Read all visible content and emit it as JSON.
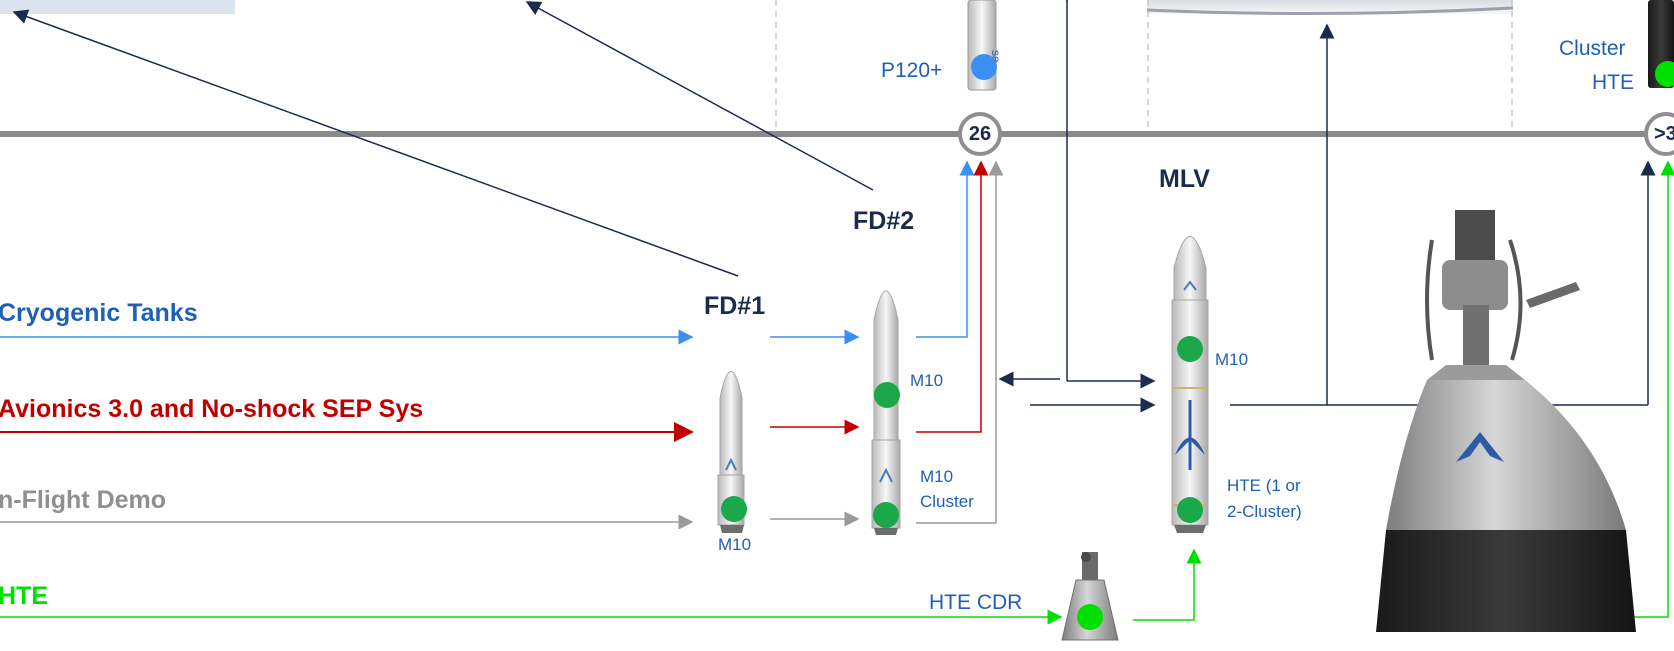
{
  "tracks": {
    "cryo": "Cryogenic Tanks",
    "avionics": "Avionics 3.0 and No-shock SEP Sys",
    "inflight": "n-Flight Demo",
    "hte": "HTE"
  },
  "milestones": {
    "node_26": "26",
    "node_gt3": ">3"
  },
  "vehicles": {
    "fd1": "FD#1",
    "fd2": "FD#2",
    "mlv": "MLV"
  },
  "labels": {
    "p120": "P120+",
    "cluster_hte_1": "Cluster",
    "cluster_hte_2": "HTE",
    "fd1_m10": "M10",
    "fd2_m10": "M10",
    "fd2_cluster_1": "M10",
    "fd2_cluster_2": "Cluster",
    "mlv_m10": "M10",
    "mlv_hte_1": "HTE (1 or",
    "mlv_hte_2": "2-Cluster)",
    "hte_cdr": "HTE CDR"
  },
  "colors": {
    "cryo": "#1f5fb8",
    "avionics": "#c00000",
    "inflight": "#8f8f8f",
    "hte": "#00e000",
    "navy": "#1a2b4c",
    "status_dot": "#1aa84a",
    "p120_dot": "#3b8ff0"
  }
}
